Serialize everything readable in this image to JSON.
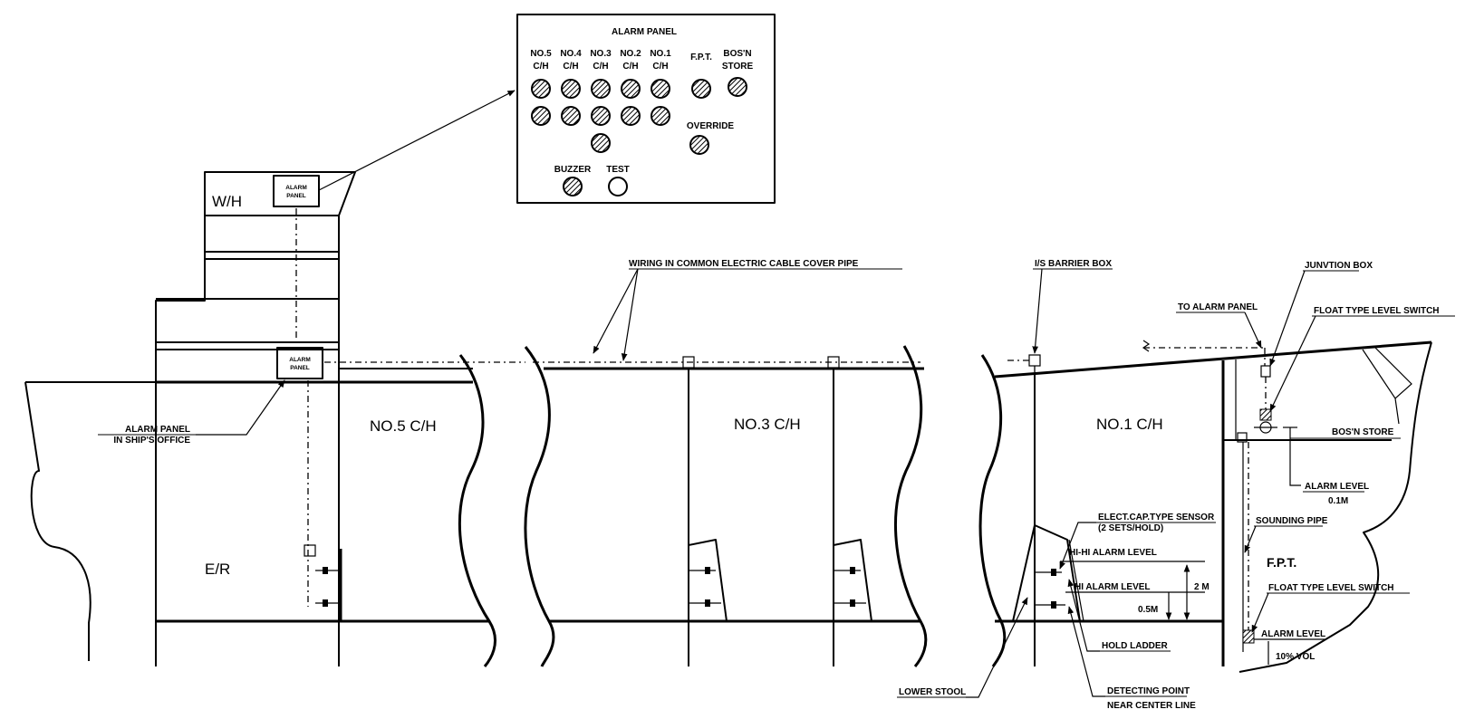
{
  "panel": {
    "title": "ALARM PANEL",
    "columns": [
      {
        "top": "NO.5",
        "bottom": "C/H"
      },
      {
        "top": "NO.4",
        "bottom": "C/H"
      },
      {
        "top": "NO.3",
        "bottom": "C/H"
      },
      {
        "top": "NO.2",
        "bottom": "C/H"
      },
      {
        "top": "NO.1",
        "bottom": "C/H"
      }
    ],
    "fpt": "F.P.T.",
    "bosn": {
      "top": "BOS'N",
      "bottom": "STORE"
    },
    "override": "OVERRIDE",
    "buzzer": "BUZZER",
    "test": "TEST"
  },
  "aft": {
    "wh": "W/H",
    "bridge_panel": {
      "top": "ALARM",
      "bottom": "PANEL"
    },
    "office_panel": {
      "top": "ALARM",
      "bottom": "PANEL"
    },
    "office_label": {
      "line1": "ALARM PANEL",
      "line2": "IN SHIP'S OFFICE"
    },
    "er": "E/R",
    "hold": "NO.5 C/H"
  },
  "mid": {
    "wiring": "WIRING IN COMMON ELECTRIC CABLE COVER PIPE",
    "hold": "NO.3 C/H"
  },
  "fwd": {
    "barrier": "I/S BARRIER BOX",
    "to_panel": "TO ALARM PANEL",
    "junction": "JUNVTION BOX",
    "float_top": "FLOAT TYPE LEVEL SWITCH",
    "hold": "NO.1 C/H",
    "bosn_store": "BOS'N STORE",
    "alarm_level_top": "ALARM LEVEL",
    "alarm_level_top_value": "0.1m",
    "sensor": {
      "line1": "ELECT.CAP.TYPE SENSOR",
      "line2": "(2 SETS/HOLD)"
    },
    "sounding": "SOUNDING PIPE",
    "hihi": "HI-HI ALARM LEVEL",
    "hi": "HI ALARM LEVEL",
    "dim_2m": "2 m",
    "dim_05": "0.5m",
    "fpt": "F.P.T.",
    "float_bottom": "FLOAT TYPE LEVEL SWITCH",
    "alarm_level_bottom": "ALARM LEVEL",
    "vol": "10% VOL",
    "ladder": "HOLD LADDER",
    "lower_stool": "LOWER STOOL",
    "detecting": {
      "line1": "DETECTING POINT",
      "line2": "NEAR CENTER LINE"
    }
  }
}
